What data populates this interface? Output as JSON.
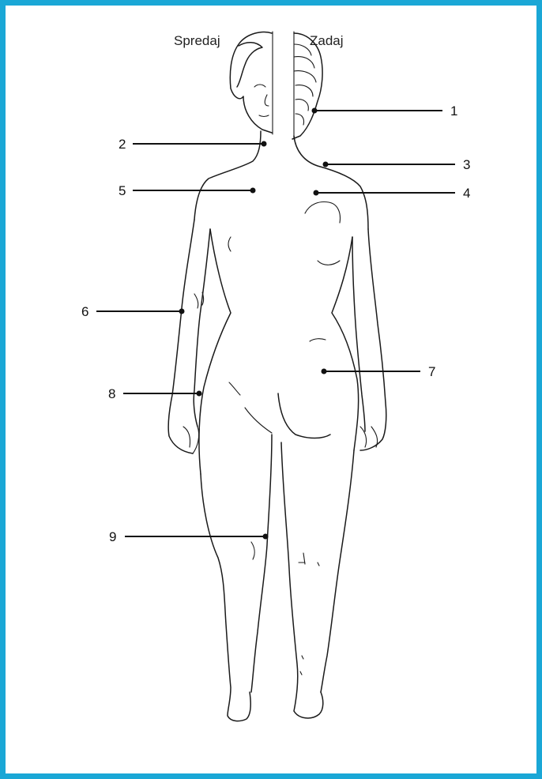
{
  "labels": {
    "front": "Spredaj",
    "back": "Zadaj"
  },
  "frame_color": "#1aa7d6",
  "points": [
    {
      "id": "1",
      "text": "1"
    },
    {
      "id": "2",
      "text": "2"
    },
    {
      "id": "3",
      "text": "3"
    },
    {
      "id": "4",
      "text": "4"
    },
    {
      "id": "5",
      "text": "5"
    },
    {
      "id": "6",
      "text": "6"
    },
    {
      "id": "7",
      "text": "7"
    },
    {
      "id": "8",
      "text": "8"
    },
    {
      "id": "9",
      "text": "9"
    }
  ]
}
